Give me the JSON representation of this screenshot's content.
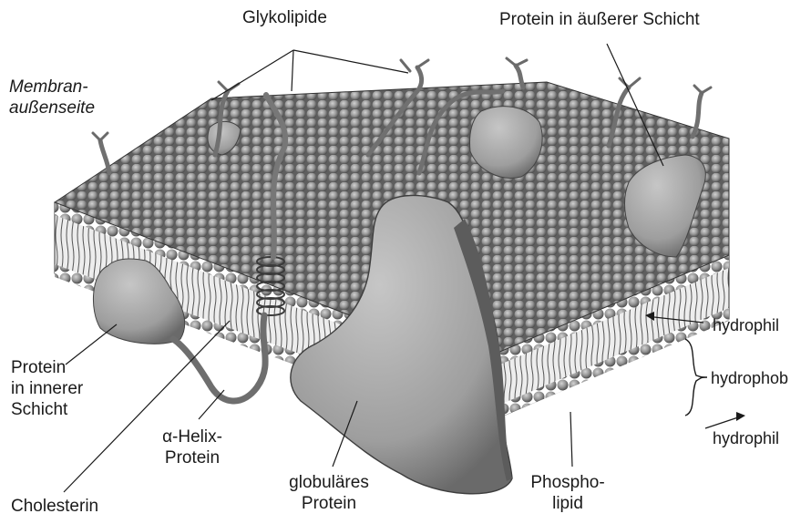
{
  "labels": {
    "glycolipids": "Glykolipide",
    "outer_protein": "Protein in äußerer Schicht",
    "outside_1": "Membran-",
    "outside_2": "außenseite",
    "inner_protein_1": "Protein",
    "inner_protein_2": "in innerer",
    "inner_protein_3": "Schicht",
    "cholesterol": "Cholesterin",
    "helix_1": "α-Helix-",
    "helix_2": "Protein",
    "globular_1": "globuläres",
    "globular_2": "Protein",
    "phospholipid_1": "Phospho-",
    "phospholipid_2": "lipid",
    "hydrophilic_top": "hydrophil",
    "hydrophobic": "hydrophob",
    "hydrophilic_bottom": "hydrophil"
  },
  "colors": {
    "head_fill": "#9a9a9a",
    "head_dark": "#4a4a4a",
    "protein_fill": "#a6a6a6",
    "protein_dark": "#5a5a5a",
    "leader_line": "#1a1a1a"
  }
}
